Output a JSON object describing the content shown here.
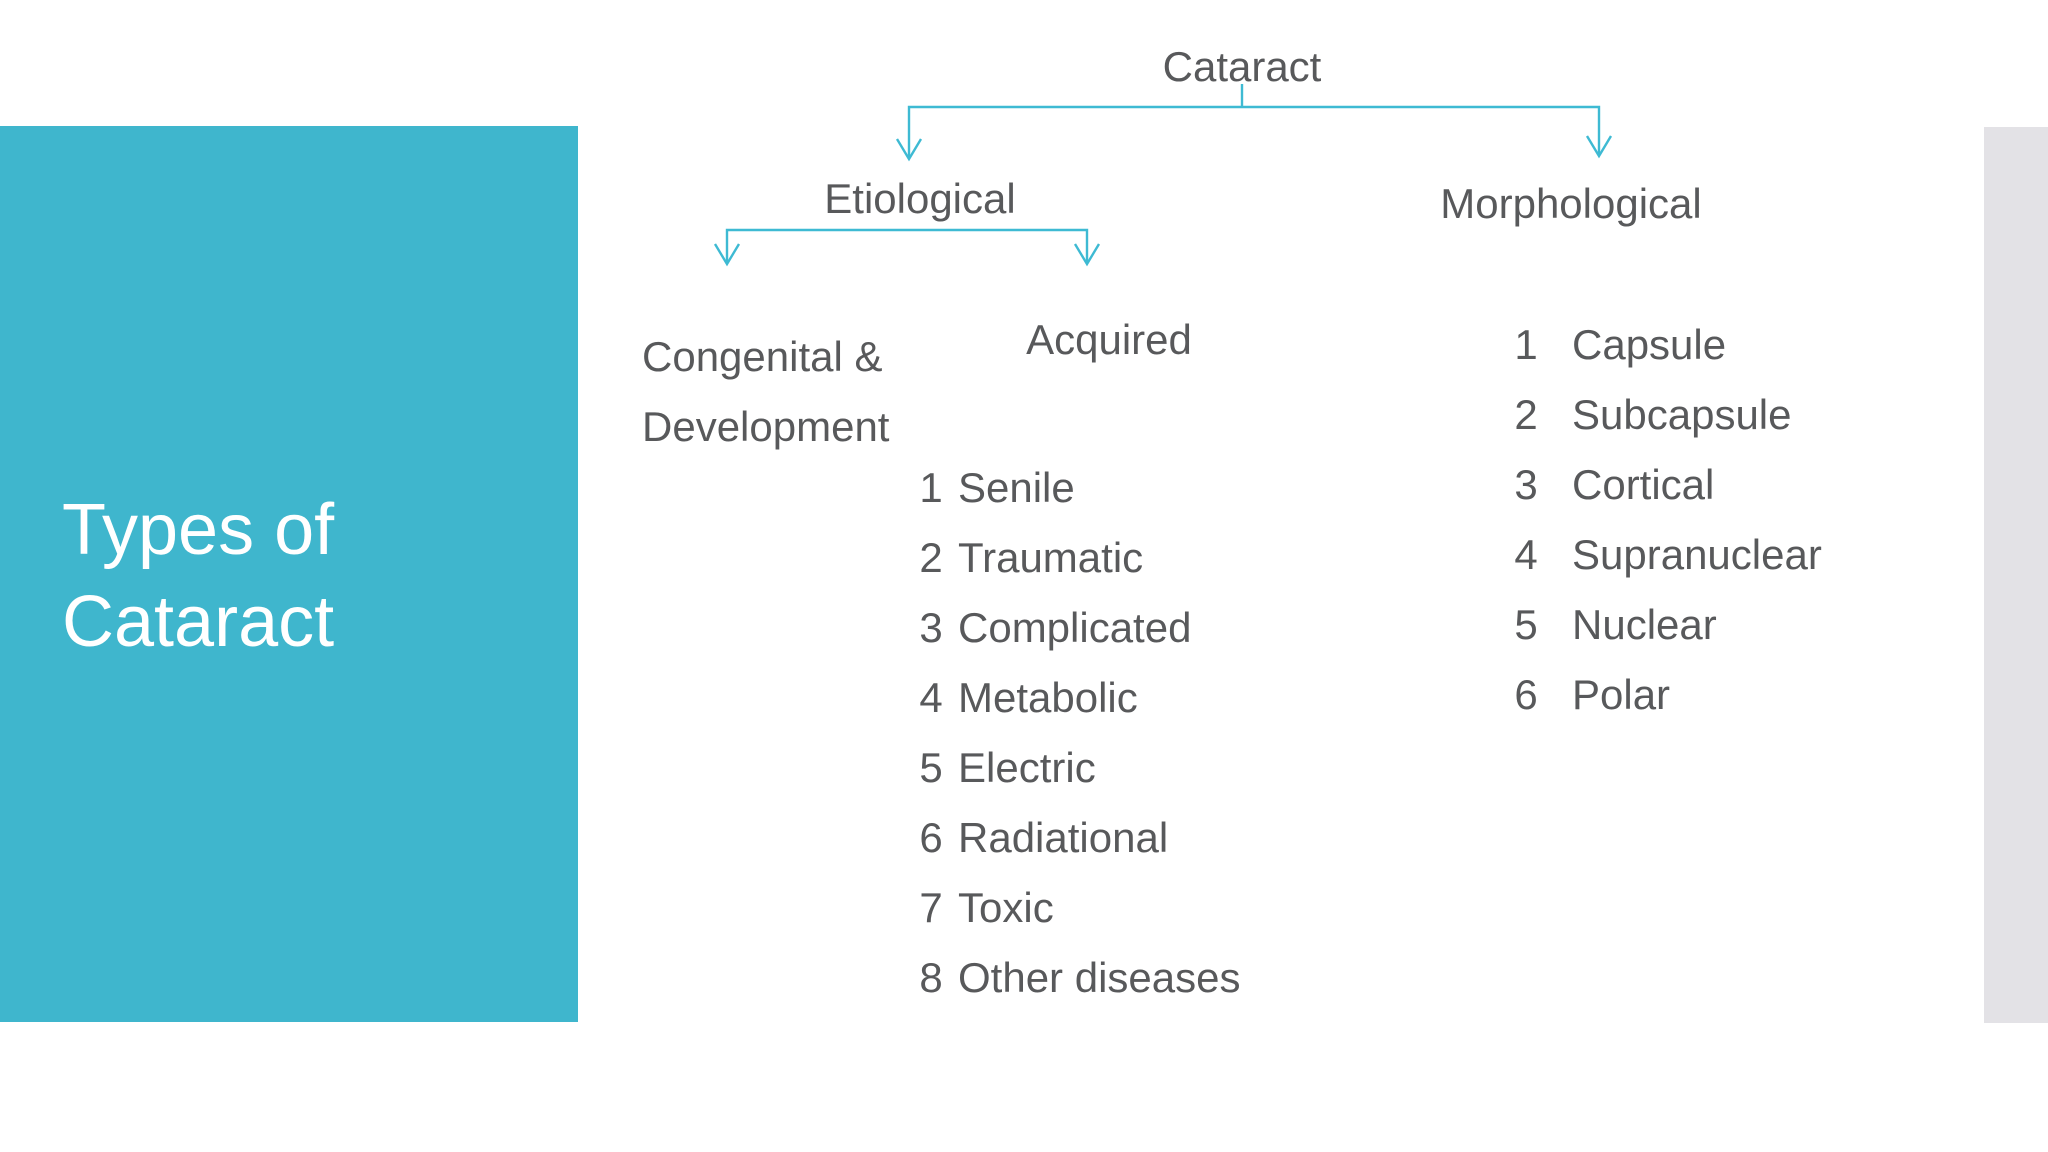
{
  "slide_title": {
    "line1": "Types of",
    "line2": "Cataract"
  },
  "tree": {
    "root_label": "Cataract",
    "left_branch_label": "Etiological",
    "right_branch_label": "Morphological",
    "congenital_label_line1": "Congenital &",
    "congenital_label_line2": "Development",
    "acquired_label": "Acquired"
  },
  "acquired_list": [
    {
      "num": "1",
      "label": "Senile"
    },
    {
      "num": "2",
      "label": "Traumatic"
    },
    {
      "num": "3",
      "label": "Complicated"
    },
    {
      "num": "4",
      "label": "Metabolic"
    },
    {
      "num": "5",
      "label": "Electric"
    },
    {
      "num": "6",
      "label": "Radiational"
    },
    {
      "num": "7",
      "label": "Toxic"
    },
    {
      "num": "8",
      "label": "Other diseases"
    }
  ],
  "morphological_list": [
    {
      "num": "1",
      "label": "Capsule"
    },
    {
      "num": "2",
      "label": "Subcapsule"
    },
    {
      "num": "3",
      "label": "Cortical"
    },
    {
      "num": "4",
      "label": "Supranuclear"
    },
    {
      "num": "5",
      "label": "Nuclear"
    },
    {
      "num": "6",
      "label": "Polar"
    }
  ],
  "colors": {
    "accent_teal": "#3FB6CD",
    "connector_cyan": "#3EBAD3",
    "text_gray": "#58595B",
    "side_strip_gray": "#E3E2E6",
    "background": "#FFFFFF"
  }
}
